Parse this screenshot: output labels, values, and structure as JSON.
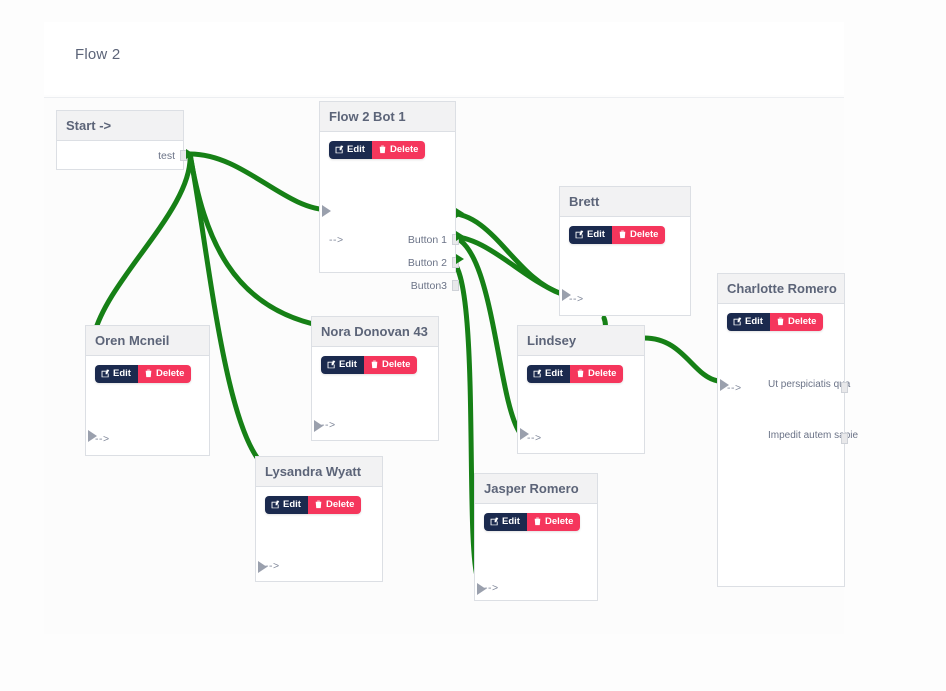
{
  "header": {
    "title": "Flow 2"
  },
  "canvas": {
    "edge_color": "#168016",
    "node_header_bg": "#f2f2f3",
    "node_border": "#dcdfe4"
  },
  "buttons": {
    "edit_label": "Edit",
    "delete_label": "Delete",
    "edit_color": "#1b2a4e",
    "delete_color": "#f5365c",
    "edit_icon": "pencil-square-icon",
    "delete_icon": "trash-icon"
  },
  "nodes": {
    "start": {
      "title": "Start ->",
      "out_label": "test"
    },
    "bot1": {
      "title": "Flow 2 Bot 1",
      "in_label": "-->",
      "out_labels": [
        "Button 1",
        "Button 2",
        "Button3"
      ]
    },
    "oren": {
      "title": "Oren Mcneil",
      "in_label": "-->"
    },
    "nora": {
      "title": "Nora Donovan 43",
      "in_label": "-->"
    },
    "lysandra": {
      "title": "Lysandra Wyatt",
      "in_label": "-->"
    },
    "jasper": {
      "title": "Jasper Romero",
      "in_label": "-->"
    },
    "brett": {
      "title": "Brett",
      "in_label": "-->"
    },
    "lindsey": {
      "title": "Lindsey",
      "in_label": "-->"
    },
    "charlotte": {
      "title": "Charlotte Romero",
      "in_label": "-->",
      "out_label_1": "Ut perspiciatis qua",
      "out_label_2": "Impedit autem sapie"
    }
  }
}
